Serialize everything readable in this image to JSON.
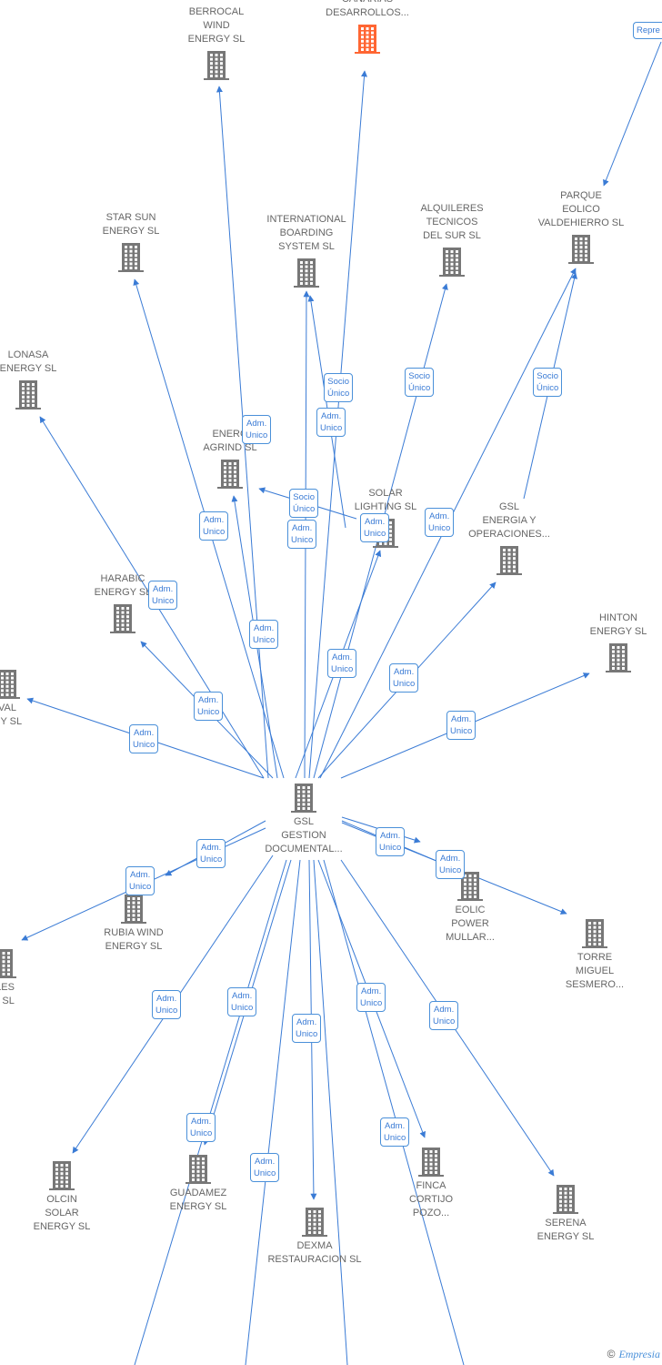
{
  "colors": {
    "edge": "#3a7bd5",
    "building": "#777777",
    "building_highlight": "#ff6633",
    "badge_border": "#4a90d9",
    "badge_text": "#3a7bd5",
    "label": "#666666"
  },
  "nodes": [
    {
      "id": "berrocal",
      "label": [
        "BERROCAL",
        "WIND",
        "ENERGY  SL"
      ],
      "icon": "building-icon"
    },
    {
      "id": "canarias",
      "label": [
        "CANARIAS",
        "DESARROLLOS..."
      ],
      "icon": "building-icon",
      "highlight": true
    },
    {
      "id": "star-sun",
      "label": [
        "STAR SUN",
        "ENERGY  SL"
      ],
      "icon": "building-icon"
    },
    {
      "id": "international",
      "label": [
        "INTERNATIONAL",
        "BOARDING",
        "SYSTEM  SL"
      ],
      "icon": "building-icon"
    },
    {
      "id": "alquileres",
      "label": [
        "ALQUILERES",
        "TECNICOS",
        "DEL SUR SL"
      ],
      "icon": "building-icon"
    },
    {
      "id": "parque",
      "label": [
        "PARQUE",
        "EOLICO",
        "VALDEHIERRO SL"
      ],
      "icon": "building-icon"
    },
    {
      "id": "lonasa",
      "label": [
        "LONASA",
        "ENERGY  SL"
      ],
      "icon": "building-icon"
    },
    {
      "id": "energ-agrind",
      "label": [
        "ENERG",
        "AGRIND  SL"
      ],
      "icon": "building-icon"
    },
    {
      "id": "solar-lighting",
      "label": [
        "SOLAR",
        "LIGHTING SL"
      ],
      "icon": "building-icon"
    },
    {
      "id": "gsl-energia",
      "label": [
        "GSL",
        "ENERGIA Y",
        "OPERACIONES..."
      ],
      "icon": "building-icon"
    },
    {
      "id": "harabic",
      "label": [
        "HARABIC",
        "ENERGY  SL"
      ],
      "icon": "building-icon"
    },
    {
      "id": "hinton",
      "label": [
        "HINTON",
        "ENERGY  SL"
      ],
      "icon": "building-icon"
    },
    {
      "id": "val",
      "label": [
        "VAL",
        "GY  SL"
      ],
      "icon": "building-icon"
    },
    {
      "id": "gsl-gestion",
      "label": [
        "GSL",
        "GESTION",
        "DOCUMENTAL..."
      ],
      "icon": "building-icon"
    },
    {
      "id": "rubia",
      "label": [
        "RUBIA WIND",
        "ENERGY  SL"
      ],
      "icon": "building-icon"
    },
    {
      "id": "eolic",
      "label": [
        "EOLIC",
        "POWER",
        "MULLAR..."
      ],
      "icon": "building-icon"
    },
    {
      "id": "torre",
      "label": [
        "TORRE",
        "MIGUEL",
        "SESMERO..."
      ],
      "icon": "building-icon"
    },
    {
      "id": "iles",
      "label": [
        "ILES",
        "Y  SL"
      ],
      "icon": "building-icon"
    },
    {
      "id": "olcin",
      "label": [
        "OLCIN",
        "SOLAR",
        "ENERGY  SL"
      ],
      "icon": "building-icon"
    },
    {
      "id": "guadamez",
      "label": [
        "GUADAMEZ",
        "ENERGY  SL"
      ],
      "icon": "building-icon"
    },
    {
      "id": "dexma",
      "label": [
        "DEXMA",
        "RESTAURACION SL"
      ],
      "icon": "building-icon"
    },
    {
      "id": "finca",
      "label": [
        "FINCA",
        "CORTIJO",
        "POZO..."
      ],
      "icon": "building-icon"
    },
    {
      "id": "serena",
      "label": [
        "SERENA",
        "ENERGY  SL"
      ],
      "icon": "building-icon"
    }
  ],
  "badges": [
    {
      "lines": [
        "Repre"
      ]
    },
    {
      "lines": [
        "Socio",
        "Único"
      ]
    },
    {
      "lines": [
        "Socio",
        "Único"
      ]
    },
    {
      "lines": [
        "Socio",
        "Único"
      ]
    },
    {
      "lines": [
        "Adm.",
        "Unico"
      ]
    },
    {
      "lines": [
        "Adm.",
        "Unico"
      ]
    },
    {
      "lines": [
        "Socio",
        "Único"
      ]
    },
    {
      "lines": [
        "Adm.",
        "Unico"
      ]
    },
    {
      "lines": [
        "Adm.",
        "Unico"
      ]
    },
    {
      "lines": [
        "Adm.",
        "Unico"
      ]
    },
    {
      "lines": [
        "Adm.",
        "Unico"
      ]
    },
    {
      "lines": [
        "Adm.",
        "Unico"
      ]
    },
    {
      "lines": [
        "Adm.",
        "Unico"
      ]
    },
    {
      "lines": [
        "Adm.",
        "Unico"
      ]
    },
    {
      "lines": [
        "Adm.",
        "Unico"
      ]
    },
    {
      "lines": [
        "Adm.",
        "Unico"
      ]
    },
    {
      "lines": [
        "Adm.",
        "Unico"
      ]
    },
    {
      "lines": [
        "Adm.",
        "Unico"
      ]
    },
    {
      "lines": [
        "Adm.",
        "Unico"
      ]
    },
    {
      "lines": [
        "Adm.",
        "Unico"
      ]
    },
    {
      "lines": [
        "Adm.",
        "Unico"
      ]
    },
    {
      "lines": [
        "Adm.",
        "Unico"
      ]
    },
    {
      "lines": [
        "Adm.",
        "Unico"
      ]
    },
    {
      "lines": [
        "Adm.",
        "Unico"
      ]
    },
    {
      "lines": [
        "Adm.",
        "Unico"
      ]
    },
    {
      "lines": [
        "Adm.",
        "Unico"
      ]
    },
    {
      "lines": [
        "Adm.",
        "Unico"
      ]
    },
    {
      "lines": [
        "Adm.",
        "Unico"
      ]
    },
    {
      "lines": [
        "Adm.",
        "Unico"
      ]
    },
    {
      "lines": [
        "Adm.",
        "Unico"
      ]
    }
  ],
  "footer": {
    "copyright": "©",
    "brand": "Empresia"
  }
}
